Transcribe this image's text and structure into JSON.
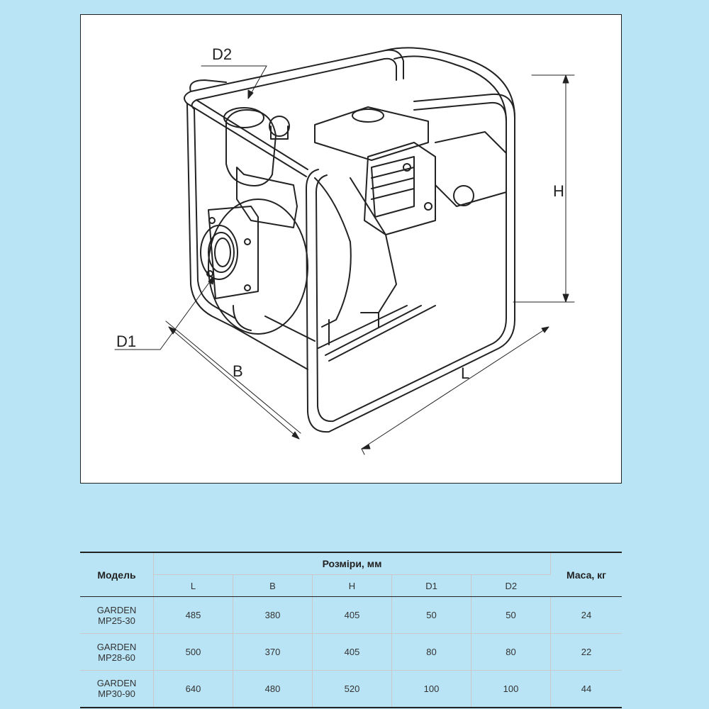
{
  "drawing": {
    "labels": {
      "d2": "D2",
      "d1": "D1",
      "h": "H",
      "b": "B",
      "l": "L"
    },
    "line_color": "#222222"
  },
  "table": {
    "model_header": "Модель",
    "dims_header": "Розміри, мм",
    "mass_header": "Маса, кг",
    "dim_columns": [
      "L",
      "B",
      "H",
      "D1",
      "D2"
    ],
    "rows": [
      {
        "model_line1": "GARDEN",
        "model_line2": "MP25-30",
        "L": "485",
        "B": "380",
        "H": "405",
        "D1": "50",
        "D2": "50",
        "mass": "24"
      },
      {
        "model_line1": "GARDEN",
        "model_line2": "MP28-60",
        "L": "500",
        "B": "370",
        "H": "405",
        "D1": "80",
        "D2": "80",
        "mass": "22"
      },
      {
        "model_line1": "GARDEN",
        "model_line2": "MP30-90",
        "L": "640",
        "B": "480",
        "H": "520",
        "D1": "100",
        "D2": "100",
        "mass": "44"
      }
    ]
  },
  "colors": {
    "background": "#b9e4f5",
    "frame": "#ffffff"
  }
}
